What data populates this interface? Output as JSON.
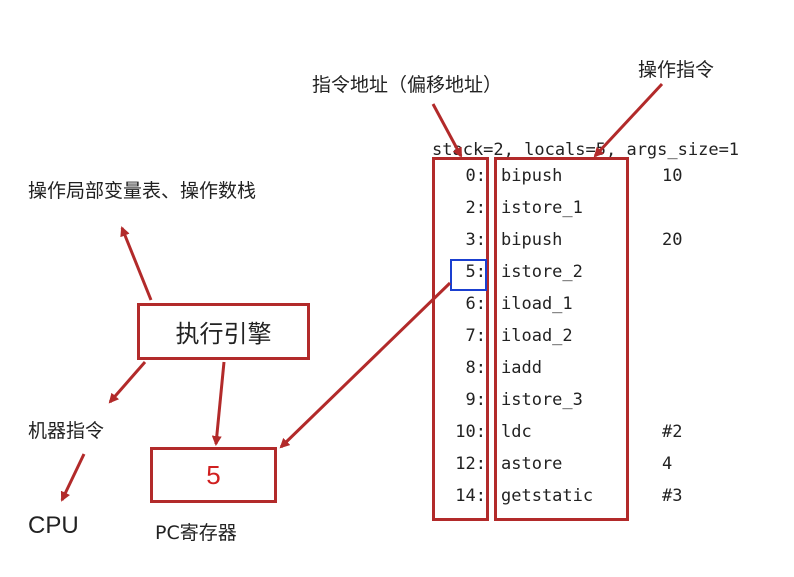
{
  "labels": {
    "address": "指令地址（偏移地址）",
    "opcode": "操作指令",
    "lvt_stack": "操作局部变量表、操作数栈",
    "engine": "执行引擎",
    "machine_code": "机器指令",
    "cpu": "CPU",
    "pc_register": "PC寄存器",
    "pc_value": "5"
  },
  "bytecode": {
    "header": "stack=2, locals=5, args_size=1",
    "rows": [
      {
        "offset": "0:",
        "op": "bipush",
        "arg": "10"
      },
      {
        "offset": "2:",
        "op": "istore_1",
        "arg": ""
      },
      {
        "offset": "3:",
        "op": "bipush",
        "arg": "20"
      },
      {
        "offset": "5:",
        "op": "istore_2",
        "arg": ""
      },
      {
        "offset": "6:",
        "op": "iload_1",
        "arg": ""
      },
      {
        "offset": "7:",
        "op": "iload_2",
        "arg": ""
      },
      {
        "offset": "8:",
        "op": "iadd",
        "arg": ""
      },
      {
        "offset": "9:",
        "op": "istore_3",
        "arg": ""
      },
      {
        "offset": "10:",
        "op": "ldc",
        "arg": "#2"
      },
      {
        "offset": "12:",
        "op": "astore",
        "arg": "4"
      },
      {
        "offset": "14:",
        "op": "getstatic",
        "arg": "#3"
      }
    ]
  },
  "colors": {
    "arrow": "#b22a2a",
    "highlight": "#1a3fd0",
    "pc_value": "#d02020"
  }
}
